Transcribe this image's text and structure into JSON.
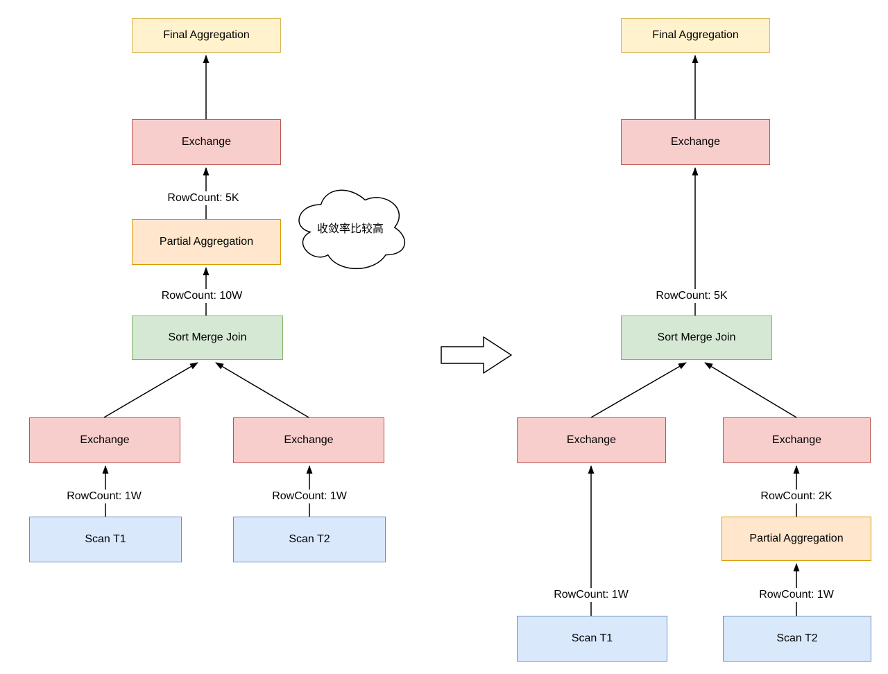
{
  "diagram": {
    "left": {
      "final_aggregation": "Final Aggregation",
      "exchange_top": "Exchange",
      "label_5k": "RowCount: 5K",
      "partial_aggregation": "Partial Aggregation",
      "label_10w": "RowCount: 10W",
      "sort_merge_join": "Sort Merge Join",
      "exchange_left": "Exchange",
      "exchange_right": "Exchange",
      "label_1w_left": "RowCount: 1W",
      "label_1w_right": "RowCount: 1W",
      "scan_t1": "Scan T1",
      "scan_t2": "Scan T2"
    },
    "right": {
      "final_aggregation": "Final Aggregation",
      "exchange_top": "Exchange",
      "label_5k": "RowCount: 5K",
      "sort_merge_join": "Sort Merge Join",
      "exchange_left": "Exchange",
      "exchange_right": "Exchange",
      "label_1w_left": "RowCount: 1W",
      "label_2k": "RowCount: 2K",
      "partial_aggregation": "Partial Aggregation",
      "label_1w_right": "RowCount: 1W",
      "scan_t1": "Scan T1",
      "scan_t2": "Scan T2"
    },
    "cloud_note": "收敛率比较高",
    "colors": {
      "final_aggregation_fill": "#fff2cc",
      "final_aggregation_stroke": "#d6b656",
      "exchange_fill": "#f8cecc",
      "exchange_stroke": "#b85450",
      "partial_aggregation_fill": "#ffe6cc",
      "partial_aggregation_stroke": "#d79b00",
      "join_fill": "#d5e8d4",
      "join_stroke": "#82b366",
      "scan_fill": "#dae8fc",
      "scan_stroke": "#6c8ebf",
      "edge_stroke": "#000000"
    }
  }
}
